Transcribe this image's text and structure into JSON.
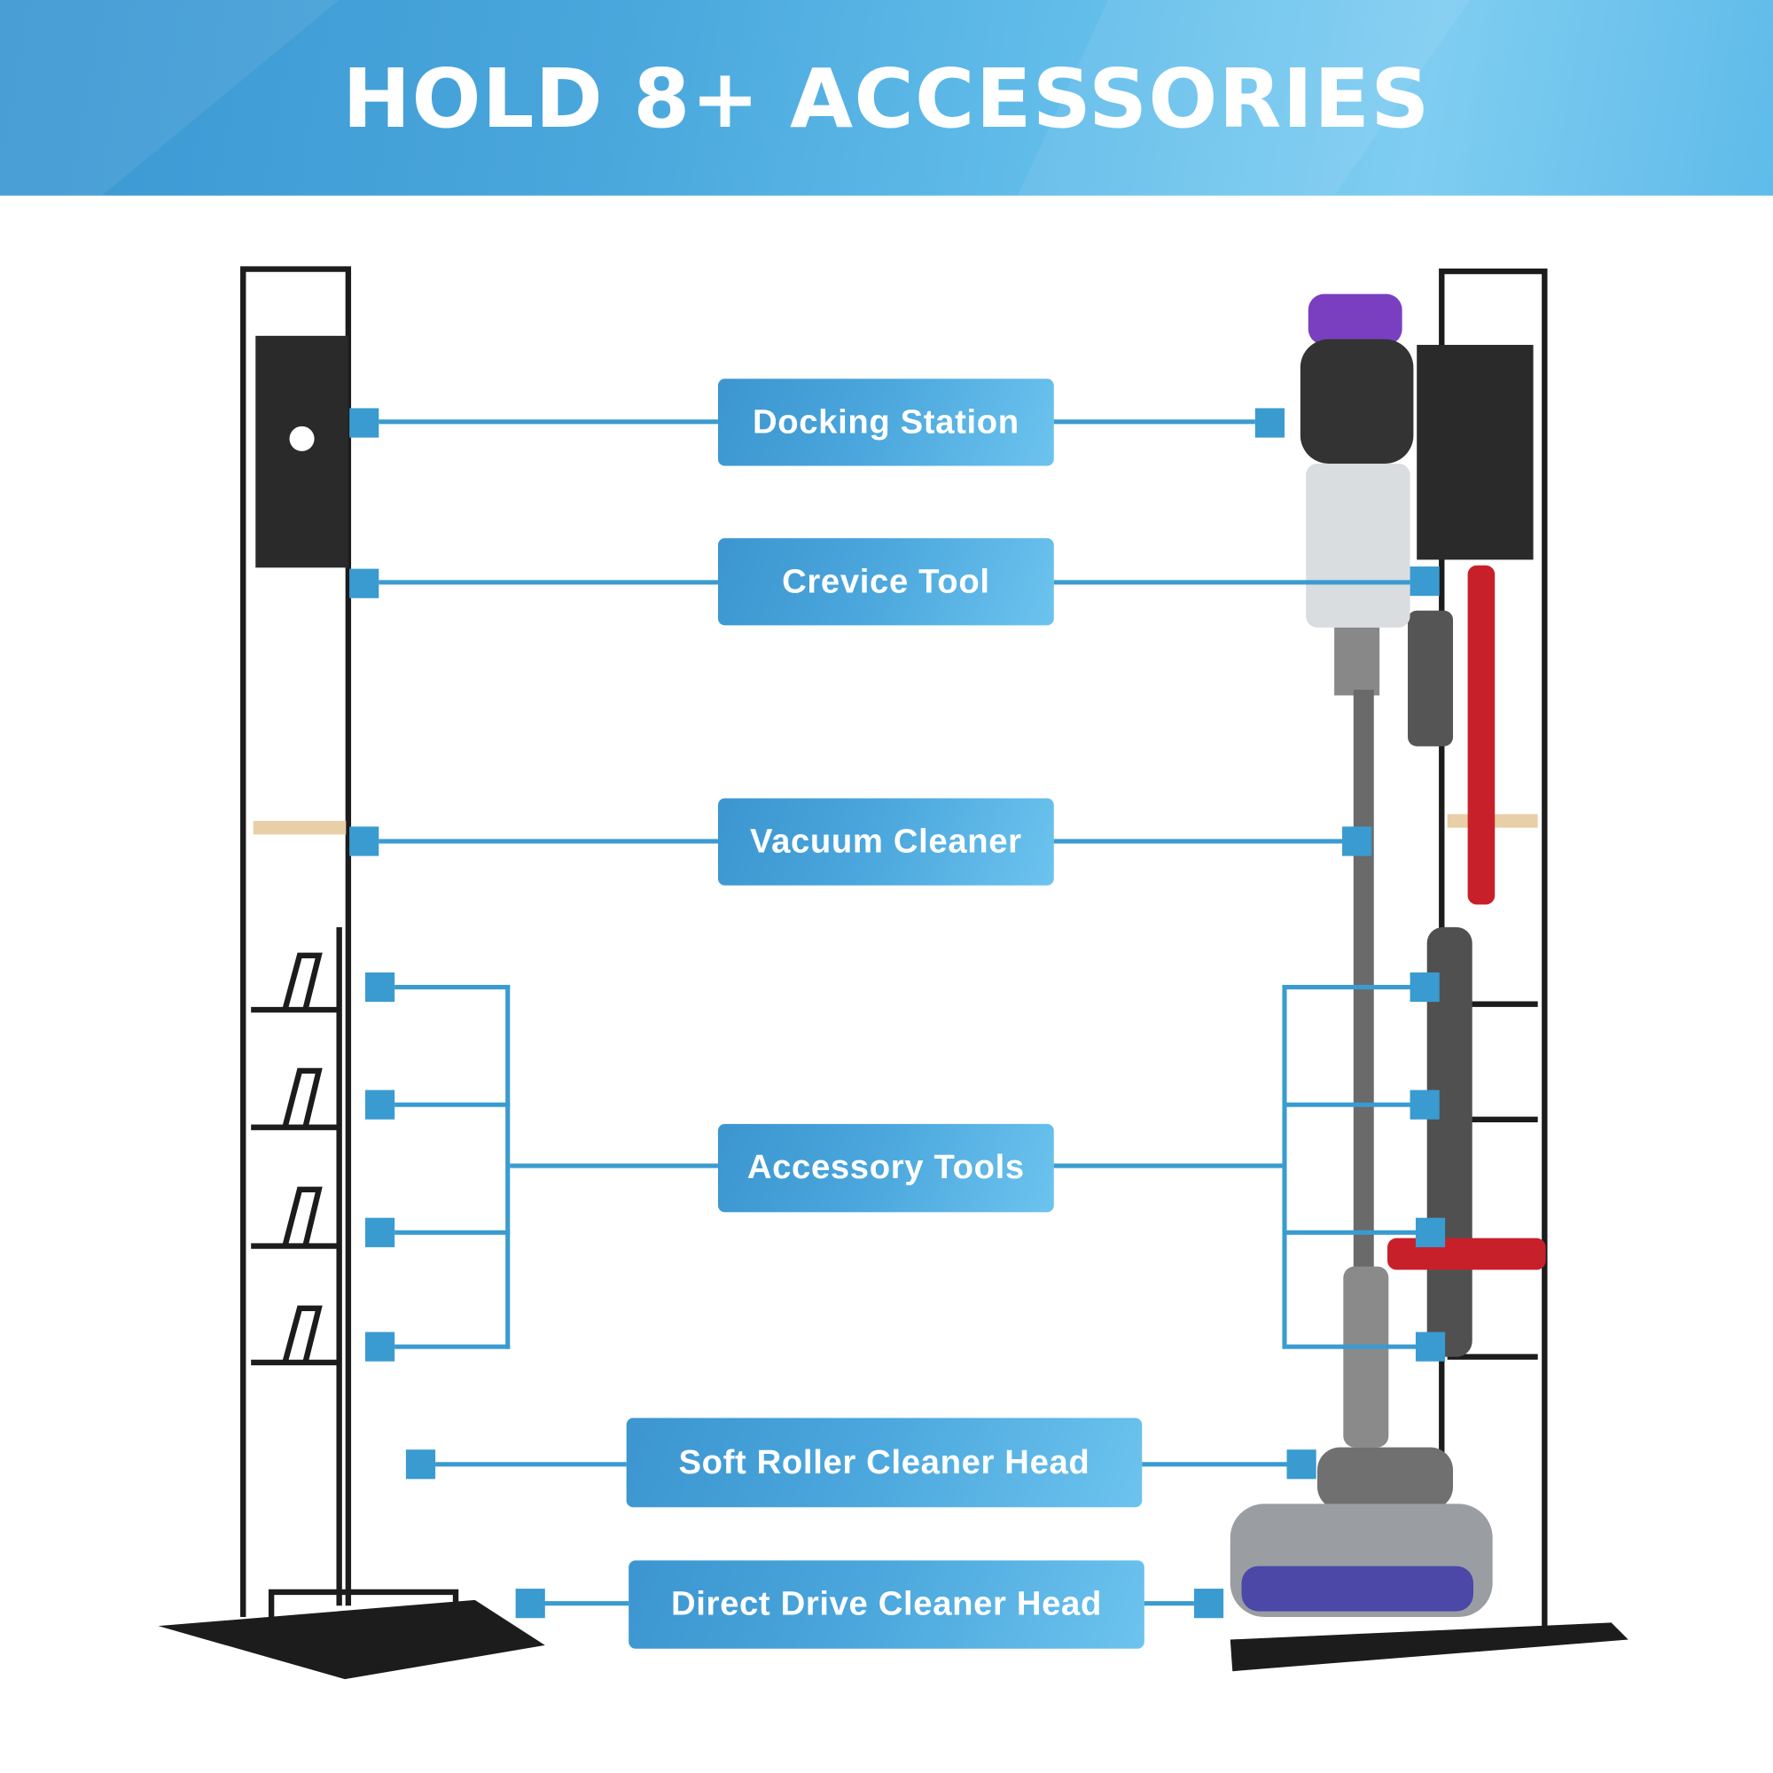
{
  "header": {
    "title": "HOLD 8+ ACCESSORIES"
  },
  "labels": {
    "docking": "Docking Station",
    "crevice": "Crevice Tool",
    "vacuum": "Vacuum Cleaner",
    "accessory": "Accessory Tools",
    "soft_roller": "Soft Roller Cleaner Head",
    "direct_drive": "Direct Drive Cleaner Head"
  },
  "colors": {
    "accent": "#3a9bd0",
    "frame": "#1c1c1c",
    "vacuum_purple": "#7a3fc0",
    "vacuum_red": "#c8202a"
  }
}
